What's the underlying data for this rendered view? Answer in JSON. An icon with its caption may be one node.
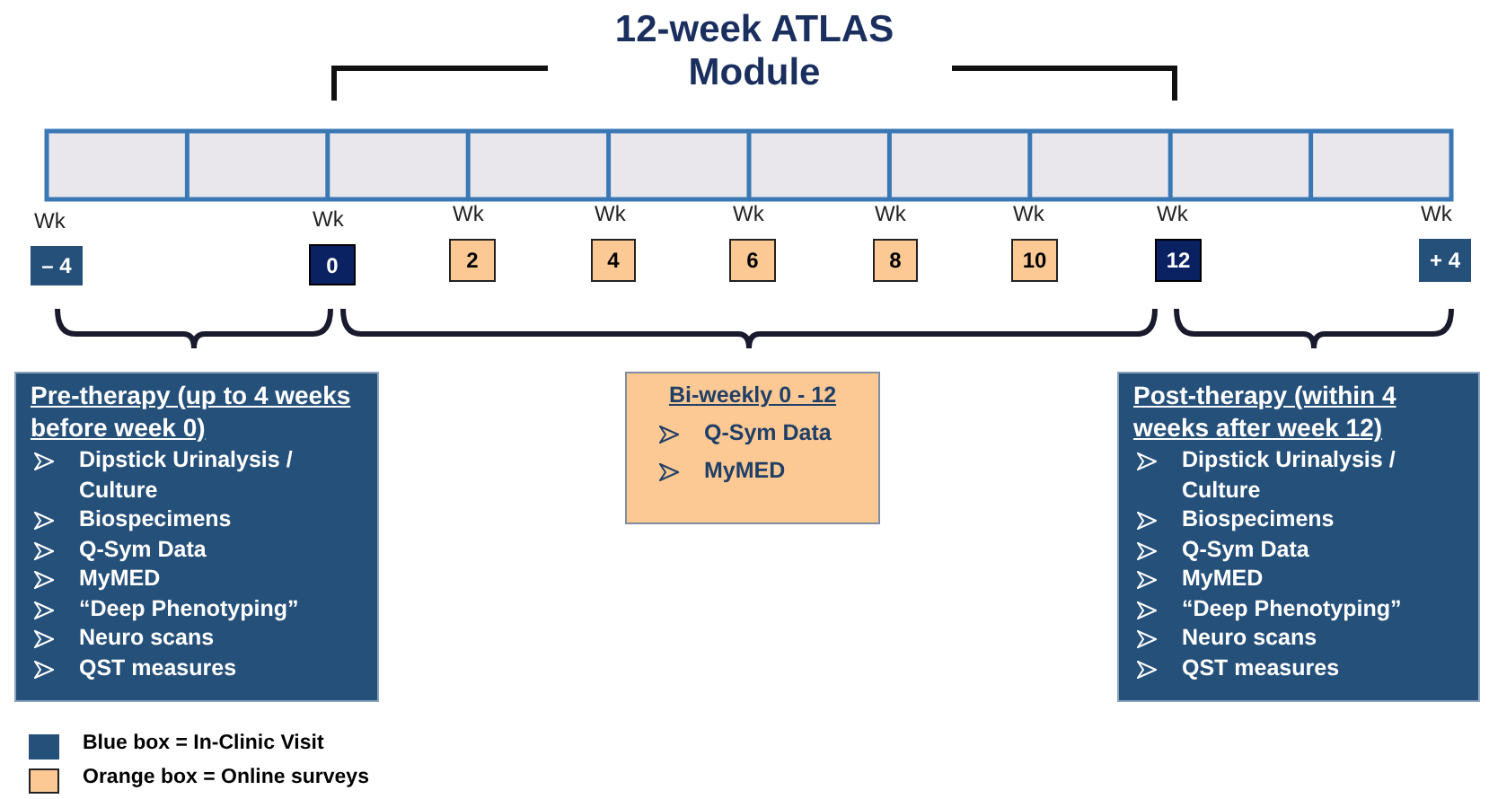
{
  "diagram": {
    "title": "12-week ATLAS Module",
    "nodes": [
      {
        "text": [
          "– 4"
        ],
        "beside": [
          "Wk"
        ]
      },
      {
        "text": [
          "0"
        ],
        "beside": [
          "Wk"
        ]
      },
      {
        "text": [
          "2"
        ],
        "beside": [
          "Wk"
        ]
      },
      {
        "text": [
          "4"
        ],
        "beside": [
          "Wk"
        ]
      },
      {
        "text": [
          "6"
        ],
        "beside": [
          "Wk"
        ]
      },
      {
        "text": [
          "8"
        ],
        "beside": [
          "Wk"
        ]
      },
      {
        "text": [
          "10"
        ],
        "beside": [
          "Wk"
        ]
      },
      {
        "text": [
          "12"
        ],
        "beside": [
          "Wk"
        ]
      },
      {
        "text": [
          "+ 4"
        ],
        "beside": [
          "Wk"
        ]
      },
      {
        "text": [
          "Pre-therapy (up to 4 weeks before week 0)",
          "Dipstick Urinalysis / Culture",
          "Biospecimens",
          "Q-Sym Data",
          "MyMED",
          "“Deep Phenotyping”",
          "Neuro scans",
          "QST measures"
        ]
      },
      {
        "text": [
          "Bi-weekly 0 - 12",
          "Q-Sym Data",
          "MyMED"
        ]
      },
      {
        "text": [
          "Post-therapy (within 4 weeks after week 12)",
          "Dipstick Urinalysis / Culture",
          "Biospecimens",
          "Q-Sym Data",
          "MyMED",
          "“Deep Phenotyping”",
          "Neuro scans",
          "QST measures"
        ]
      }
    ],
    "legend": [
      {
        "text": "Blue box = In-Clinic Visit",
        "color": "#25507a"
      },
      {
        "text": "Orange box = Online surveys",
        "color": "#fcc995"
      }
    ]
  }
}
